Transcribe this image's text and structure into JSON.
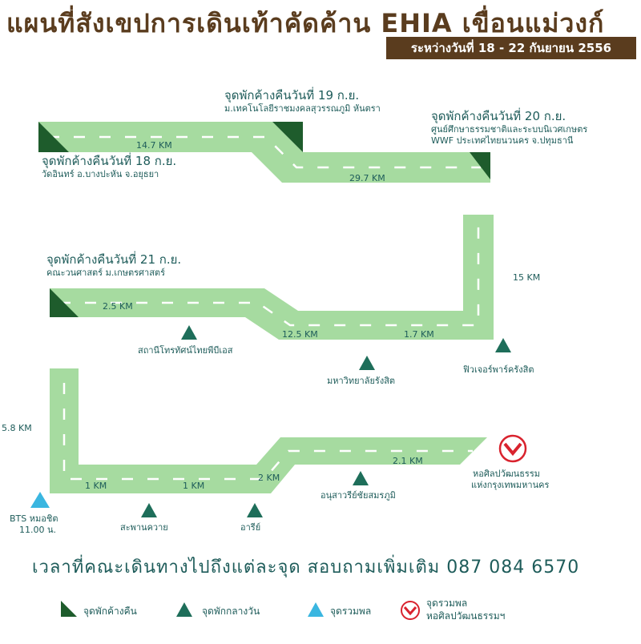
{
  "title": "แผนที่สังเขปการเดินเท้าคัดค้าน EHIA เขื่อนแม่วงก์",
  "date_banner": "ระหว่างวันที่ 18 - 22 กันยายน 2556",
  "colors": {
    "road": "#a6dba0",
    "road_line": "#ffffff",
    "camp": "#1e5c2c",
    "rest_stop": "#1e6e5a",
    "meeting": "#3ab6e0",
    "destination": "#d9232e",
    "text": "#1e5c5a",
    "title": "#5a3c1e"
  },
  "camps": {
    "day18": {
      "title": "จุดพักค้างคืนวันที่ 18 ก.ย.",
      "place": "วัดอินทร์ อ.บางปะหัน จ.อยุธยา"
    },
    "day19": {
      "title": "จุดพักค้างคืนวันที่ 19 ก.ย.",
      "place": "ม.เทคโนโลยีราชมงคลสุวรรณภูมิ หันตรา"
    },
    "day20": {
      "title": "จุดพักค้างคืนวันที่ 20 ก.ย.",
      "place1": "ศูนย์ศึกษาธรรมชาติและระบบนิเวศเกษตร",
      "place2": "WWF ประเทศไทยนวนคร จ.ปทุมธานี"
    },
    "day21": {
      "title": "จุดพักค้างคืนวันที่ 21 ก.ย.",
      "place": "คณะวนศาสตร์ ม.เกษตรศาสตร์"
    }
  },
  "distances": {
    "d1": "14.7 KM",
    "d2": "29.7 KM",
    "d3": "15 KM",
    "d4": "2.5 KM",
    "d5": "12.5 KM",
    "d6": "1.7 KM",
    "d7": "5.8 KM",
    "d8": "1 KM",
    "d9": "1 KM",
    "d10": "2 KM",
    "d11": "2.1 KM"
  },
  "stops": {
    "science_museum": "สถานีโทรทัศน์ไทยพีบีเอส",
    "rangsit_univ": "มหาวิทยาลัยรังสิต",
    "future_park": "ฟิวเจอร์พาร์ครังสิต",
    "bts_mochit": "BTS หมอชิต",
    "bts_time": "11.00 น.",
    "saphan_khwai": "สะพานควาย",
    "ari": "อารีย์",
    "victory_monument": "อนุสาวรีย์ชัยสมรภูมิ",
    "bacc_line1": "หอศิลปวัฒนธรรม",
    "bacc_line2": "แห่งกรุงเทพมหานคร"
  },
  "footer": "เวลาที่คณะเดินทางไปถึงแต่ละจุด สอบถามเพิ่มเติม 087 084 6570",
  "legend": {
    "camp": "จุดพักค้างคืน",
    "rest": "จุดพักกลางวัน",
    "meet": "จุดรวมพล",
    "dest_line1": "จุดรวมพล",
    "dest_line2": "หอศิลปวัฒนธรรมฯ"
  }
}
